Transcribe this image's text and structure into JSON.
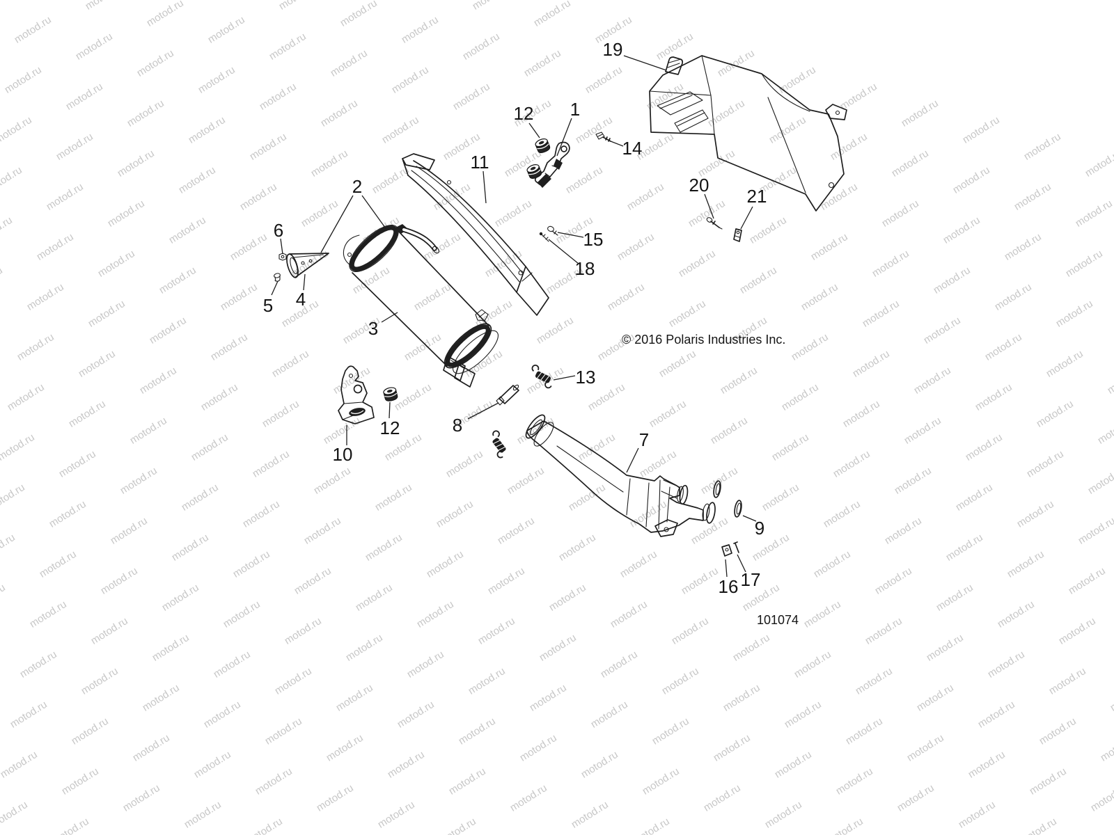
{
  "watermark": {
    "text": "motod.ru",
    "color": "#c7c7c7"
  },
  "copyright": "© 2016 Polaris Industries Inc.",
  "drawing_number": "101074",
  "callouts": {
    "c1": {
      "label": "1"
    },
    "c2": {
      "label": "2"
    },
    "c3": {
      "label": "3"
    },
    "c4": {
      "label": "4"
    },
    "c5": {
      "label": "5"
    },
    "c6": {
      "label": "6"
    },
    "c7": {
      "label": "7"
    },
    "c8": {
      "label": "8"
    },
    "c9": {
      "label": "9"
    },
    "c10": {
      "label": "10"
    },
    "c11": {
      "label": "11"
    },
    "c12a": {
      "label": "12"
    },
    "c12b": {
      "label": "12"
    },
    "c13": {
      "label": "13"
    },
    "c14": {
      "label": "14"
    },
    "c15": {
      "label": "15"
    },
    "c16": {
      "label": "16"
    },
    "c17": {
      "label": "17"
    },
    "c18": {
      "label": "18"
    },
    "c19": {
      "label": "19"
    },
    "c20": {
      "label": "20"
    },
    "c21": {
      "label": "21"
    }
  }
}
